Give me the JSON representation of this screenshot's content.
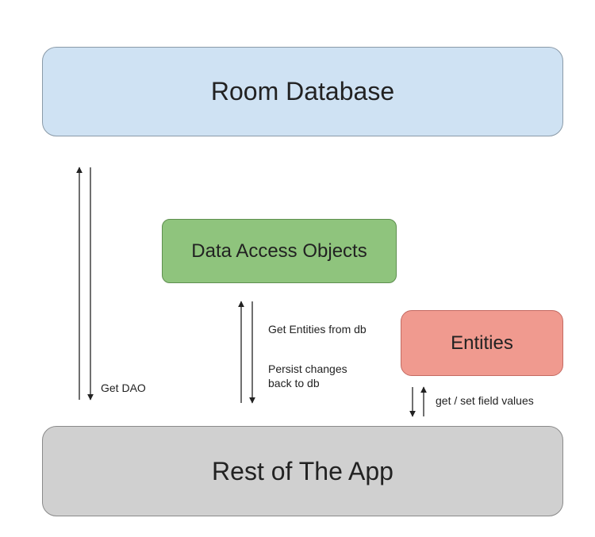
{
  "colors": {
    "room_fill": "#cfe2f3",
    "room_border": "#8a9aa8",
    "dao_fill": "#8fc47d",
    "dao_border": "#5e8f4f",
    "entities_fill": "#f09a8f",
    "entities_border": "#c46a62",
    "rest_fill": "#d0d0d0",
    "rest_border": "#8a8a8a",
    "arrow": "#222222"
  },
  "boxes": {
    "room_database": "Room Database",
    "data_access_objects": "Data Access Objects",
    "entities": "Entities",
    "rest_of_app": "Rest of The App"
  },
  "labels": {
    "get_dao": "Get DAO",
    "get_entities": "Get Entities from db",
    "persist_line1": "Persist changes",
    "persist_line2": "back to db",
    "field_values": "get / set field values"
  }
}
